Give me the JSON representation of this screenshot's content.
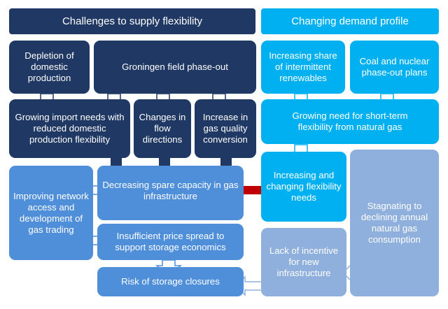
{
  "headers": {
    "supply": "Challenges to supply flexibility",
    "demand": "Changing demand profile"
  },
  "boxes": {
    "depletion": "Depletion of domestic production",
    "groningen": "Groningen field phase-out",
    "import_needs": "Growing import needs with reduced domestic production flexibility",
    "flow_directions": "Changes in flow directions",
    "gas_quality": "Increase in gas quality conversion",
    "renewables": "Increasing share of intermittent renewables",
    "coal_nuclear": "Coal and nuclear phase-out plans",
    "short_term_need": "Growing need for short-term flexibility from natural gas",
    "network_access": "Improving network access and development of gas trading",
    "spare_capacity": "Decreasing spare capacity in gas infrastructure",
    "flexibility_needs": "Increasing and changing flexibility needs",
    "stagnating": "Stagnating to declining annual natural gas consumption",
    "price_spread": "Insufficient price spread to support storage economics",
    "lack_incentive": "Lack of incentive for new infrastructure",
    "storage_closures": "Risk of storage closures"
  },
  "colors": {
    "navy": "#203864",
    "cyan": "#00b0f0",
    "mid_blue": "#4f8fd9",
    "pale_blue": "#8fb0dc",
    "red_arrow": "#c00000"
  }
}
